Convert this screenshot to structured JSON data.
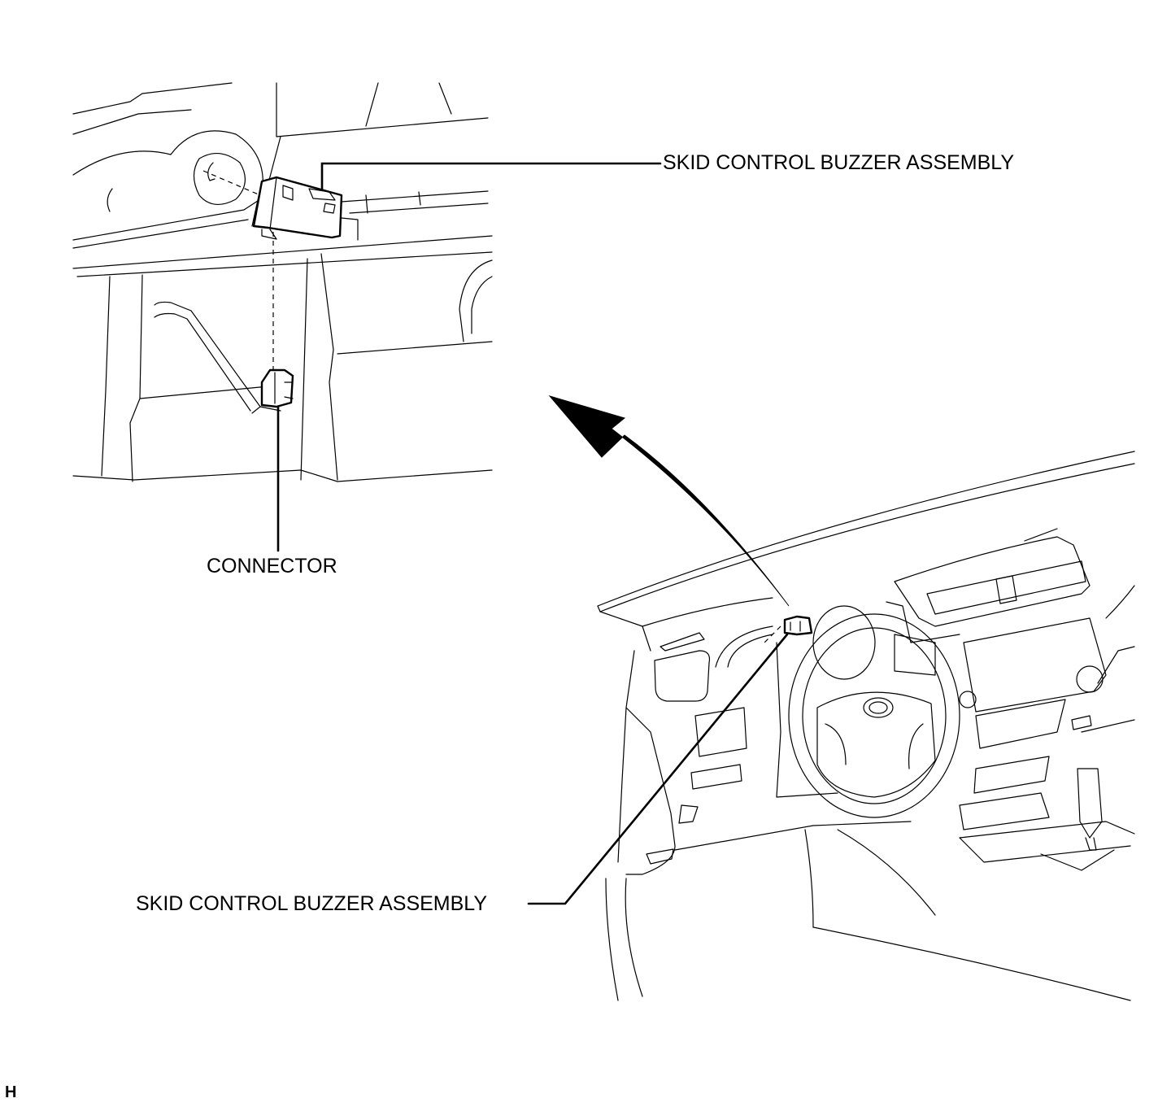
{
  "labels": {
    "top_callout": "SKID CONTROL BUZZER ASSEMBLY",
    "connector_callout": "CONNECTOR",
    "bottom_callout": "SKID CONTROL BUZZER ASSEMBLY"
  },
  "figure_code": "H"
}
